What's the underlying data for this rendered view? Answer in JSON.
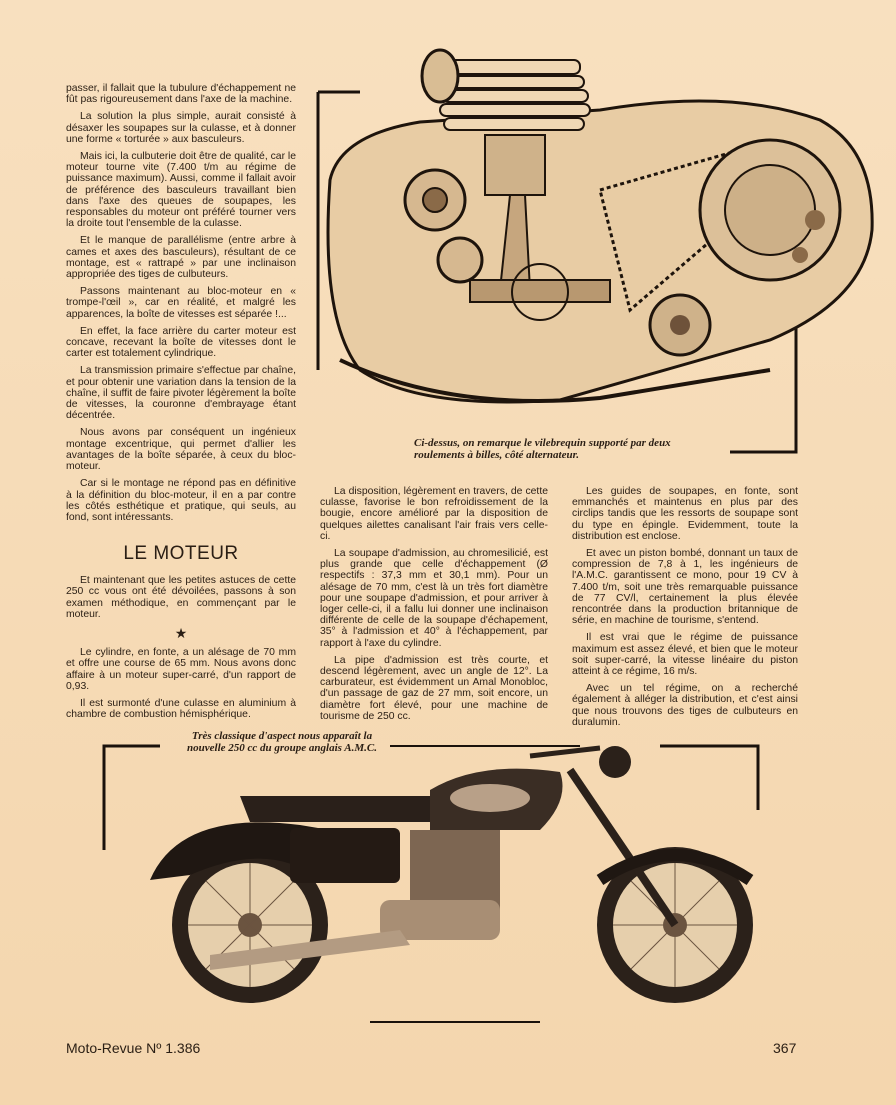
{
  "col1": [
    "passer, il fallait que la tubulure d'échappement ne fût pas rigoureusement dans l'axe de la machine.",
    "La solution la plus simple, aurait consisté à désaxer les soupapes sur la culasse, et à donner une forme « torturée » aux basculeurs.",
    "Mais ici, la culbuterie doit être de qualité, car le moteur tourne vite (7.400 t/m au régime de puissance maximum). Aussi, comme il fallait avoir de préférence des basculeurs travaillant bien dans l'axe des queues de soupapes, les responsables du moteur ont préféré tourner vers la droite tout l'ensemble de la culasse.",
    "Et le manque de parallélisme (entre arbre à cames et axes des basculeurs), résultant de ce montage, est « rattrapé » par une inclinaison appropriée des tiges de culbuteurs.",
    "Passons maintenant au bloc-moteur en « trompe-l'œil », car en réalité, et malgré les apparences, la boîte de vitesses est séparée !...",
    "En effet, la face arrière du carter moteur est concave, recevant la boîte de vitesses dont le carter est totalement cylindrique.",
    "La transmission primaire s'effectue par chaîne, et pour obtenir une variation dans la tension de la chaîne, il suffit de faire pivoter légèrement la boîte de vitesses, la couronne d'embrayage étant décentrée.",
    "Nous avons par conséquent un ingénieux montage excentrique, qui permet d'allier les avantages de la boîte séparée, à ceux du bloc-moteur.",
    "Car si le montage ne répond pas en définitive à la définition du bloc-moteur, il en a par contre les côtés esthétique et pratique, qui seuls, au fond, sont intéressants."
  ],
  "heading": "LE MOTEUR",
  "col1b": [
    "Et maintenant que les petites astuces de cette 250 cc vous ont été dévoilées, passons à son examen méthodique, en commençant par le moteur."
  ],
  "star": "★",
  "col1c": [
    "Le cylindre, en fonte, a un alésage de 70 mm et offre une course de 65 mm. Nous avons donc affaire à un moteur super-carré, d'un rapport de 0,93.",
    "Il est surmonté d'une culasse en aluminium à chambre de combustion hémisphérique."
  ],
  "col2": [
    "La disposition, légèrement en travers, de cette culasse, favorise le bon refroidissement de la bougie, encore amélioré par la disposition de quelques ailettes canalisant l'air frais vers celle-ci.",
    "La soupape d'admission, au chromesilicié, est plus grande que celle d'échappement (Ø respectifs : 37,3 mm et 30,1 mm). Pour un alésage de 70 mm, c'est là un très fort diamètre pour une soupape d'admission, et pour arriver à loger celle-ci, il a fallu lui donner une inclinaison différente de celle de la soupape d'échapement, 35° à l'admission et 40° à l'échappement, par rapport à l'axe du cylindre.",
    "La pipe d'admission est très courte, et descend légèrement, avec un angle de 12°. La carburateur, est évidemment un Amal Monobloc, d'un passage de gaz de 27 mm, soit encore, un diamètre fort élevé, pour une machine de tourisme de 250 cc."
  ],
  "col3": [
    "Les guides de soupapes, en fonte, sont emmanchés et maintenus en plus par des circlips tandis que les ressorts de soupape sont du type en épingle. Evidemment, toute la distribution est enclose.",
    "Et avec un piston bombé, donnant un taux de compression de 7,8 à 1, les ingénieurs de l'A.M.C. garantissent ce mono, pour 19 CV à 7.400 t/m, soit une très remarquable puissance de 77 CV/l, certainement la plus élevée rencontrée dans la production britannique de série, en machine de tourisme, s'entend.",
    "Il est vrai que le régime de puissance maximum est assez élevé, et bien que le moteur soit super-carré, la vitesse linéaire du piston atteint à ce régime, 16 m/s.",
    "Avec un tel régime, on a recherché également à alléger la distribution, et c'est ainsi que nous trouvons des tiges de culbuteurs en duralumin."
  ],
  "caption_engine": "Ci-dessus, on remarque le vilebrequin supporté par deux roulements à billes, côté alternateur.",
  "caption_moto": "Très classique d'aspect nous apparaît la nouvelle 250 cc du groupe anglais A.M.C.",
  "footer": {
    "left": "Moto-Revue Nº 1.386",
    "right": "367"
  }
}
